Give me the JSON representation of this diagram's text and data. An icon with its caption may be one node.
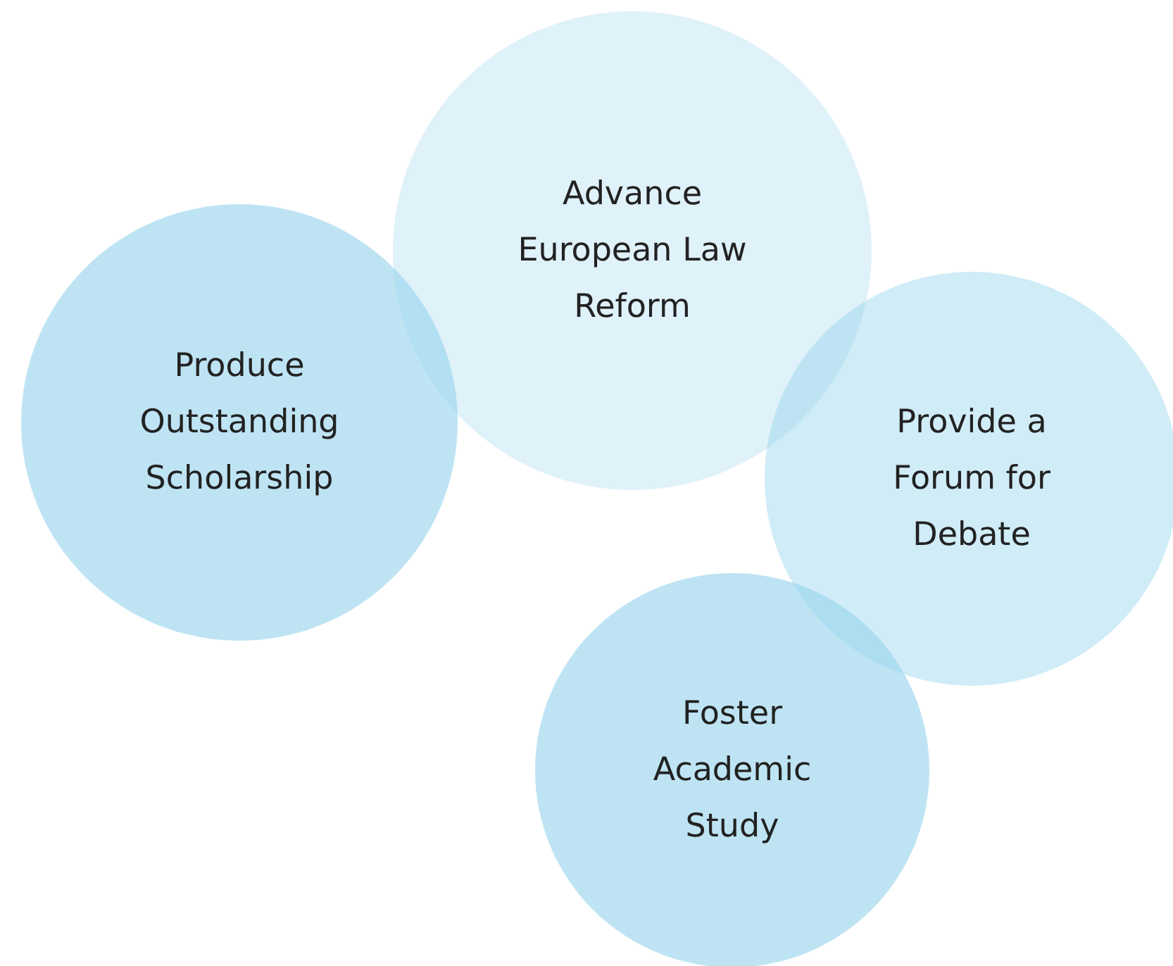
{
  "diagram": {
    "nodes": [
      {
        "text": [
          "Advance European Law Reform"
        ]
      },
      {
        "text": [
          "Produce Outstanding Scholarship"
        ]
      },
      {
        "text": [
          "Provide a Forum for Debate"
        ]
      },
      {
        "text": [
          "Foster Academic Study"
        ]
      }
    ]
  }
}
